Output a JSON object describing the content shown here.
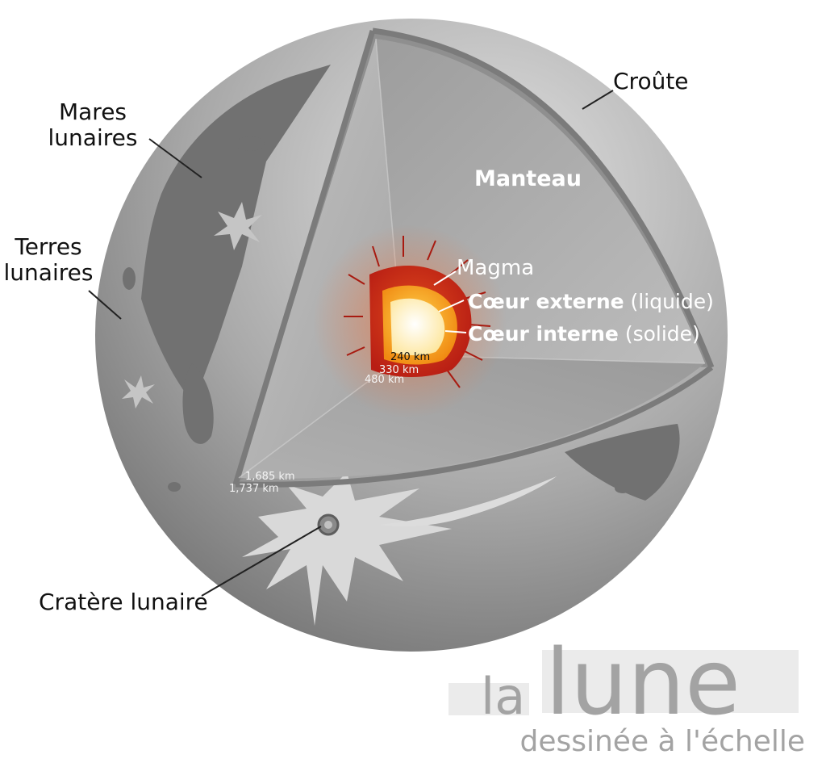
{
  "labels": {
    "mares": [
      "Mares",
      "lunaires"
    ],
    "terres": [
      "Terres",
      "lunaires"
    ],
    "croute": "Croûte",
    "manteau": "Manteau",
    "magma": "Magma",
    "coeur_externe": {
      "bold": "Cœur externe",
      "normal": " (liquide)"
    },
    "coeur_interne": {
      "bold": "Cœur interne",
      "normal": " (solide)"
    },
    "cratere": "Cratère lunaire"
  },
  "radii": {
    "r240": "240 km",
    "r330": "330 km",
    "r480": "480 km",
    "r1685": "1,685 km",
    "r1737": "1,737 km"
  },
  "title": {
    "la": "la",
    "lune": "lune",
    "subtitle": "dessinée à l'échelle"
  },
  "colors": {
    "sphere_dark": "#6e6e6e",
    "sphere_light": "#c9c9c9",
    "mantle": "#b4b4b4",
    "crust_edge": "#8a8a8a",
    "maria": "#707070",
    "magma": "#c8281a",
    "outer_core": "#f3a21a",
    "inner_core": "#fff6d6",
    "label_white": "#ffffff",
    "label_dark": "#111111",
    "title_gray": "#a8a8a8"
  }
}
